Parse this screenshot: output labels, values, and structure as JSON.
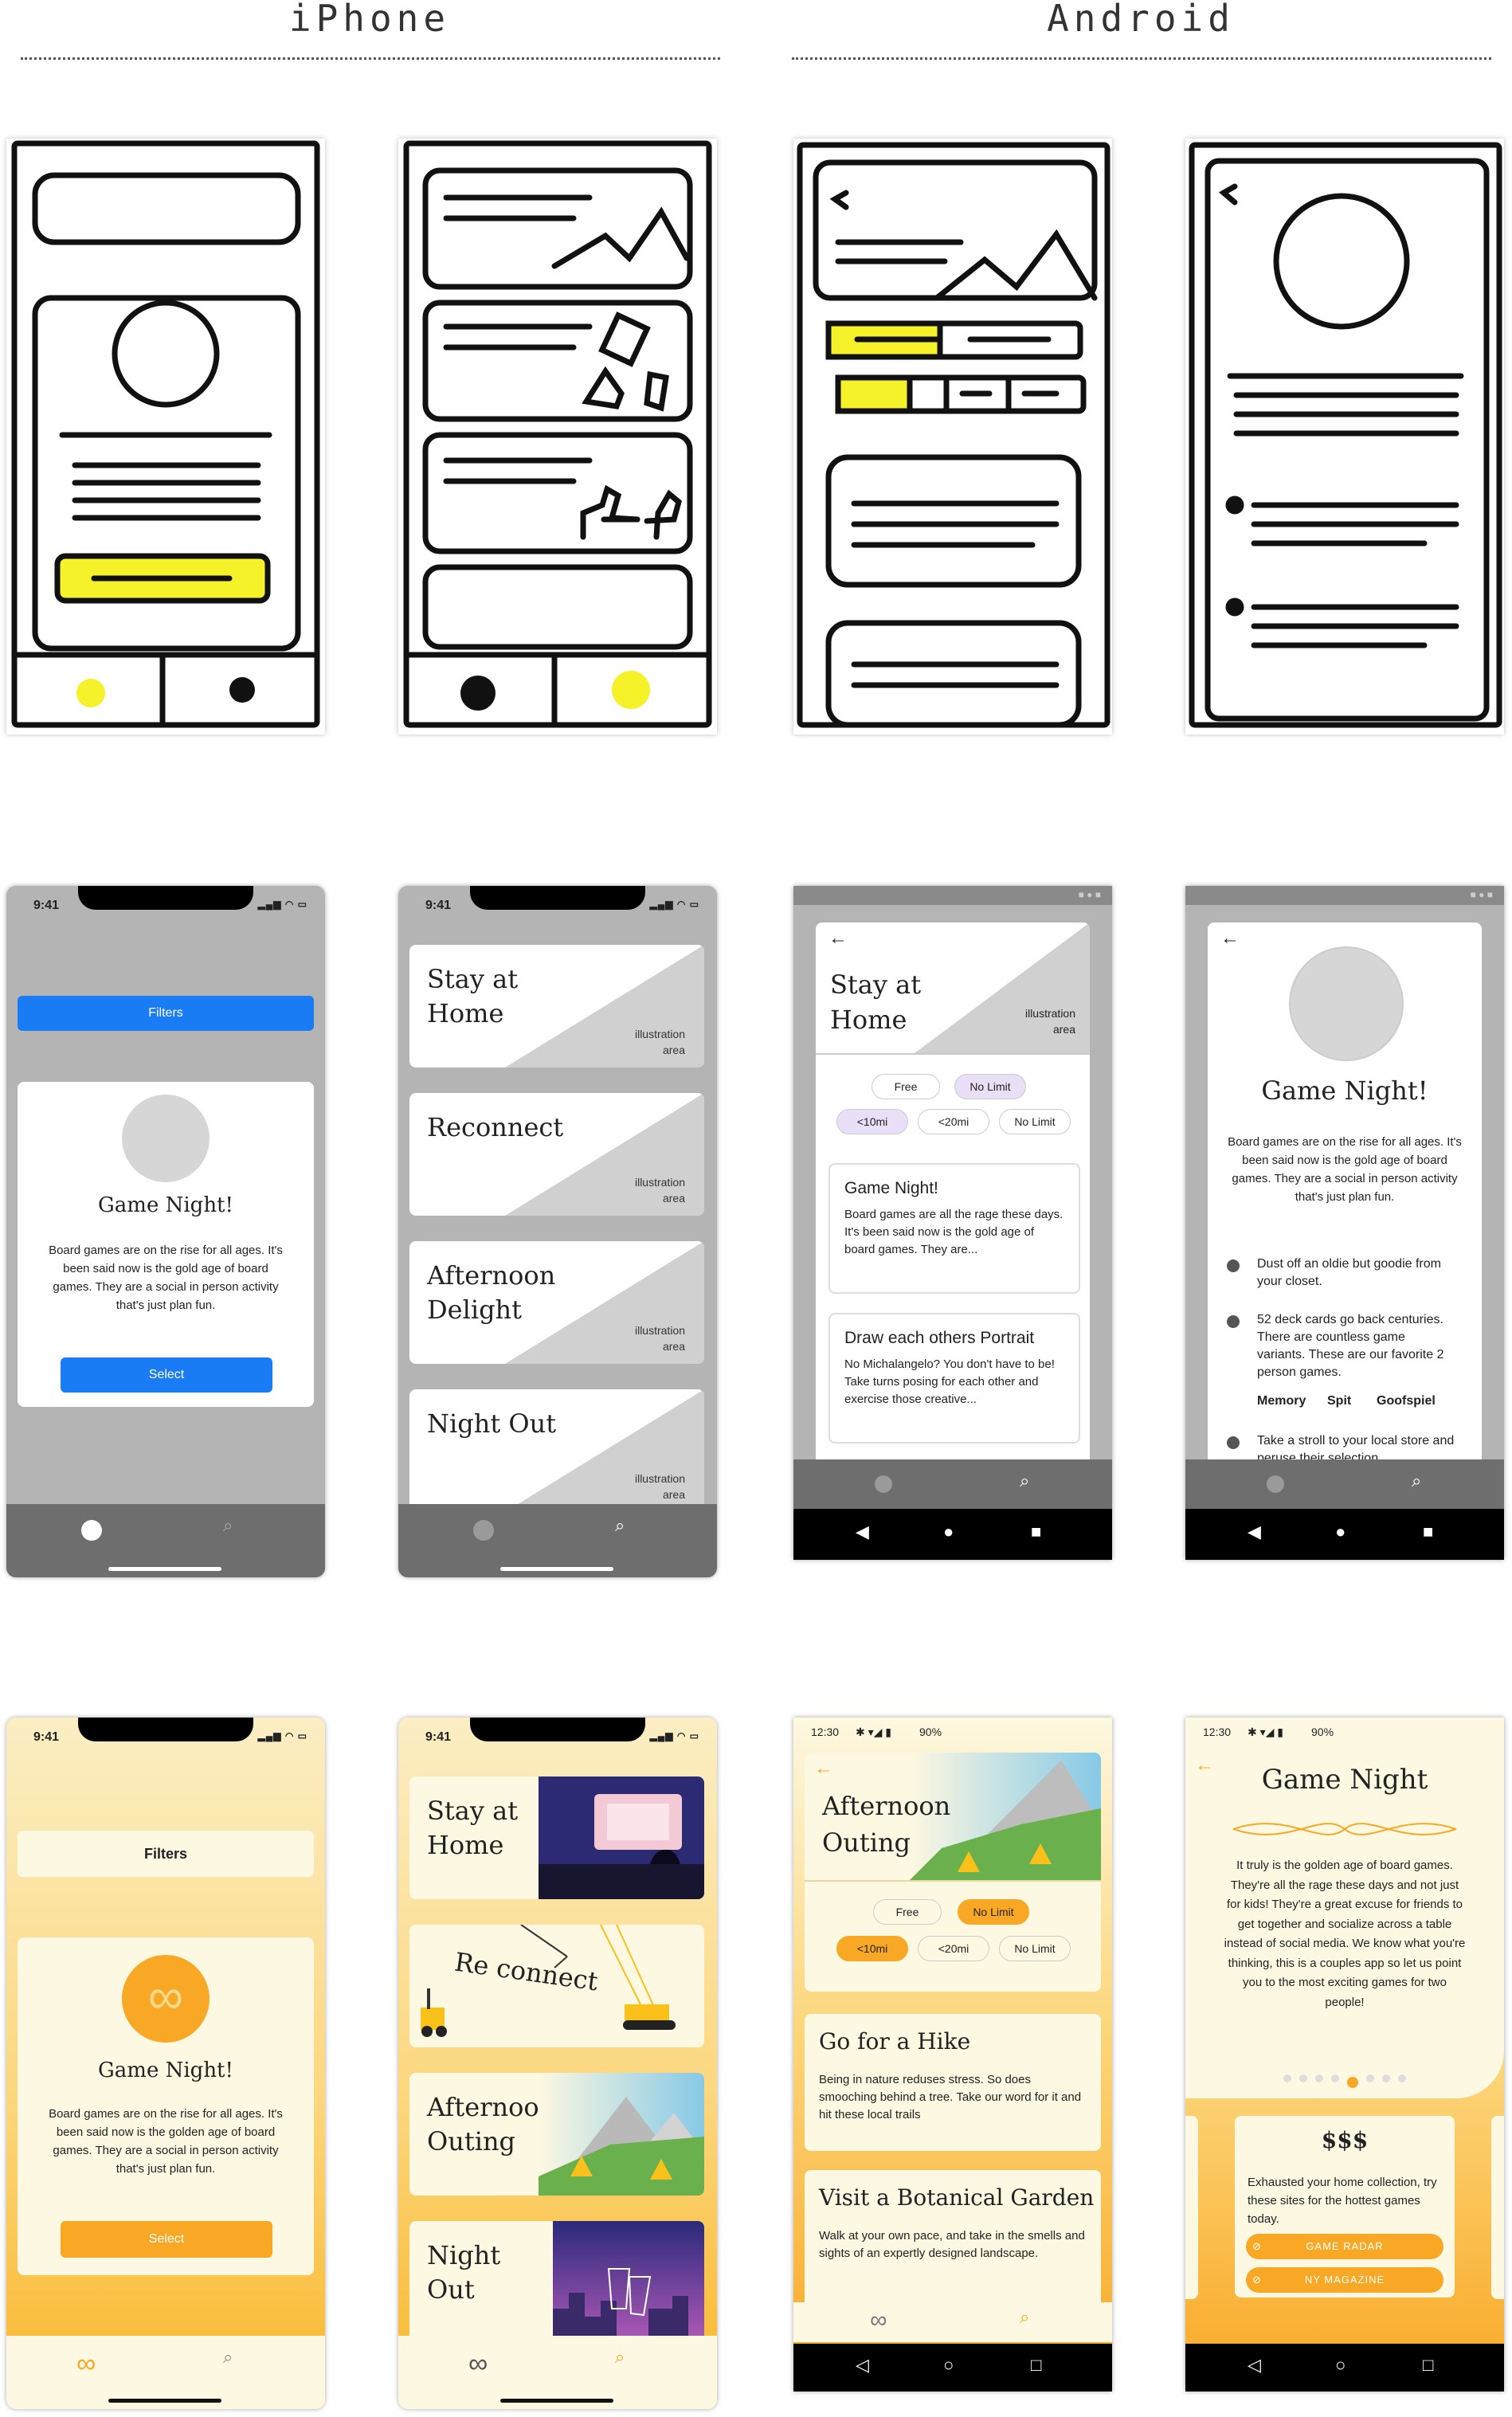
{
  "headers": {
    "iphone": "iPhone",
    "android": "Android"
  },
  "colors": {
    "ios_blue": "#1a7cf5",
    "accent_yellow": "#f9a825",
    "cream": "#fdf8e1",
    "gray_bg": "#b4b4b4",
    "dark_gray": "#6e6e6e"
  },
  "status": {
    "ios_time": "9:41",
    "android_time": "12:30",
    "android_battery": "90%"
  },
  "wire_ios_home": {
    "filters": "Filters",
    "card_title": "Game Night!",
    "card_desc": "Board games are on the rise for all ages. It's been said now is the gold age of board games. They are a social in person activity that's just plan fun.",
    "select": "Select"
  },
  "wire_ios_list": {
    "tiles": [
      {
        "name": "Stay at Home",
        "ill": "illustration area"
      },
      {
        "name": "Reconnect",
        "ill": "illustration area"
      },
      {
        "name": "Afternoon Delight",
        "ill": "illustration area"
      },
      {
        "name": "Night Out",
        "ill": "illustration area"
      }
    ]
  },
  "wire_android_list": {
    "header": "Stay at Home",
    "ill": "illustration area",
    "chips_row1": [
      "Free",
      "No Limit"
    ],
    "chips_row2": [
      "<10mi",
      "<20mi",
      "No Limit"
    ],
    "cards": [
      {
        "title": "Game Night!",
        "desc": "Board games are all the rage these days. It's been said now is the gold age of board games. They are..."
      },
      {
        "title": "Draw each others Portrait",
        "desc": "No Michalangelo? You don't have to be! Take turns posing for each other and exercise those creative..."
      }
    ]
  },
  "wire_android_detail": {
    "title": "Game Night!",
    "desc": "Board games are on the rise for all ages. It's been said now is the gold age of board games. They are a social in person activity that's just plan fun.",
    "bullets": [
      "Dust off an oldie but goodie from your closet.",
      "52 deck cards go back centuries. There are countless game variants. These are our favorite 2 person games.",
      "Take a stroll to your local store and peruse their selection."
    ],
    "games": [
      "Memory",
      "Spit",
      "Goofspiel"
    ]
  },
  "final_ios_home": {
    "filters": "Filters",
    "card_title": "Game Night!",
    "card_desc": "Board games are on the rise for all ages. It's been said now is the golden age of board games. They are a social in person activity that's just plan fun.",
    "select": "Select"
  },
  "final_ios_list": {
    "tiles": [
      {
        "name": "Stay at Home"
      },
      {
        "name": "Re connect"
      },
      {
        "name": "Afternoon Outing"
      },
      {
        "name": "Night Out"
      }
    ]
  },
  "final_android_list": {
    "header": "Afternoon Outing",
    "chips_row1": [
      "Free",
      "No Limit"
    ],
    "chips_row2": [
      "<10mi",
      "<20mi",
      "No Limit"
    ],
    "cards": [
      {
        "title": "Go for a Hike",
        "desc": "Being in nature reduses stress. So does smooching behind a tree. Take our word for it and hit these local trails"
      },
      {
        "title": "Visit a Botanical Garden",
        "desc": "Walk at your own pace, and take in the smells and sights of an expertly designed landscape."
      }
    ]
  },
  "final_android_detail": {
    "title": "Game Night",
    "desc": "It truly is the golden age of board games. They're all the rage these days and not just for kids! They're a great excuse for friends to get together and socialize across a table instead of social media. We know what you're thinking, this is a couples app so let us point you to the most exciting games for two people!",
    "price": "$$$",
    "price_desc": "Exhausted your home collection, try these sites for the hottest games today.",
    "links": [
      "GAME RADAR",
      "NY MAGAZINE"
    ],
    "page_index": 5,
    "page_count": 8
  }
}
